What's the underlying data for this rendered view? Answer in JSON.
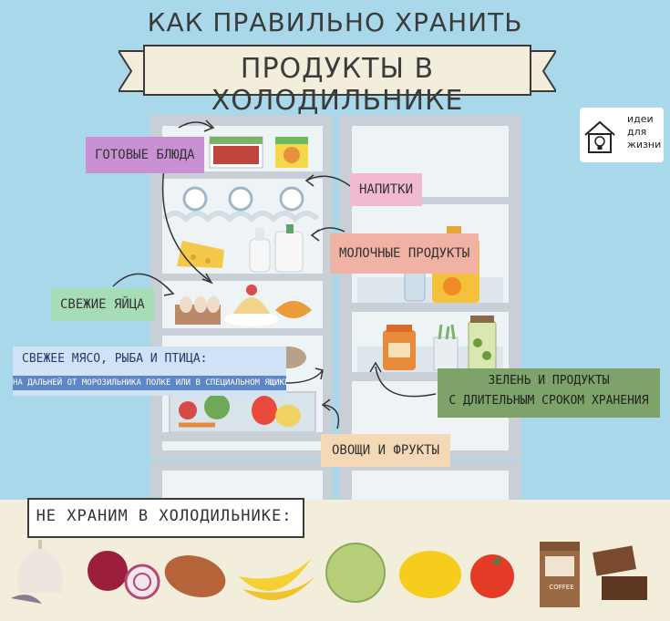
{
  "header": {
    "title_line1": "КАК ПРАВИЛЬНО ХРАНИТЬ",
    "title_line2": "ПРОДУКТЫ В ХОЛОДИЛЬНИКЕ"
  },
  "logo": {
    "line1": "идеи",
    "line2": "для",
    "line3": "жизни"
  },
  "labels": {
    "ready_meals": "ГОТОВЫЕ БЛЮДА",
    "drinks": "НАПИТКИ",
    "dairy": "МОЛОЧНЫЕ ПРОДУКТЫ",
    "fresh_eggs": "СВЕЖИЕ ЯЙЦА",
    "meat_title": "СВЕЖЕЕ МЯСО, РЫБА И ПТИЦА:",
    "meat_subtitle": "НА ДАЛЬНЕЙ ОТ МОРОЗИЛЬНИКА ПОЛКЕ ИЛИ В СПЕЦИАЛЬНОМ ЯЩИКЕ",
    "greens_line1": "ЗЕЛЕНЬ И ПРОДУКТЫ",
    "greens_line2": "С ДЛИТЕЛЬНЫМ СРОКОМ ХРАНЕНИЯ",
    "vegetables": "ОВОЩИ И ФРУКТЫ"
  },
  "bottom": {
    "title": "НЕ ХРАНИМ В ХОЛОДИЛЬНИКЕ:",
    "coffee_label": "COFFEE",
    "items": [
      "garlic-icon",
      "onion-icon",
      "potato-icon",
      "banana-icon",
      "melon-icon",
      "lemon-icon",
      "tomato-icon",
      "coffee-bag-icon",
      "chocolate-icon"
    ]
  },
  "colors": {
    "background": "#a9d8ea",
    "fridge": "#c8cfd6",
    "purple": "#c990d3",
    "green_label": "#7da36a",
    "cream": "#f3eedb"
  }
}
